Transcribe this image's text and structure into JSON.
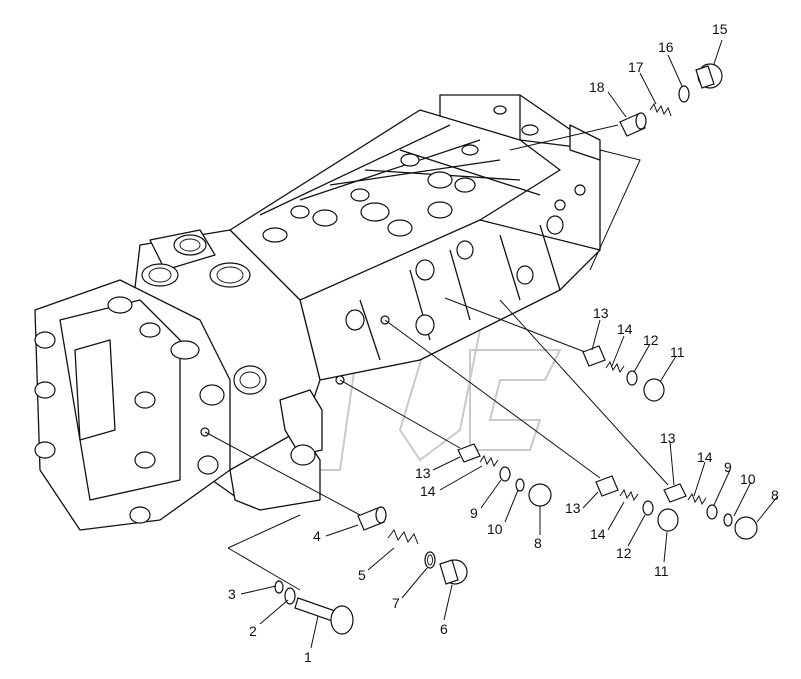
{
  "labels": {
    "p1": "1",
    "p2": "2",
    "p3": "3",
    "p4": "4",
    "p5": "5",
    "p6": "6",
    "p7": "7",
    "p8a": "8",
    "p8b": "8",
    "p9a": "9",
    "p9b": "9",
    "p10a": "10",
    "p10b": "10",
    "p11a": "11",
    "p11b": "11",
    "p12a": "12",
    "p12b": "12",
    "p13a": "13",
    "p13b": "13",
    "p13c": "13",
    "p13d": "13",
    "p14a": "14",
    "p14b": "14",
    "p14c": "14",
    "p14d": "14",
    "p15": "15",
    "p16": "16",
    "p17": "17",
    "p18": "18"
  },
  "colors": {
    "line": "#111111",
    "background": "#ffffff",
    "watermark": "#c9c9c9"
  }
}
